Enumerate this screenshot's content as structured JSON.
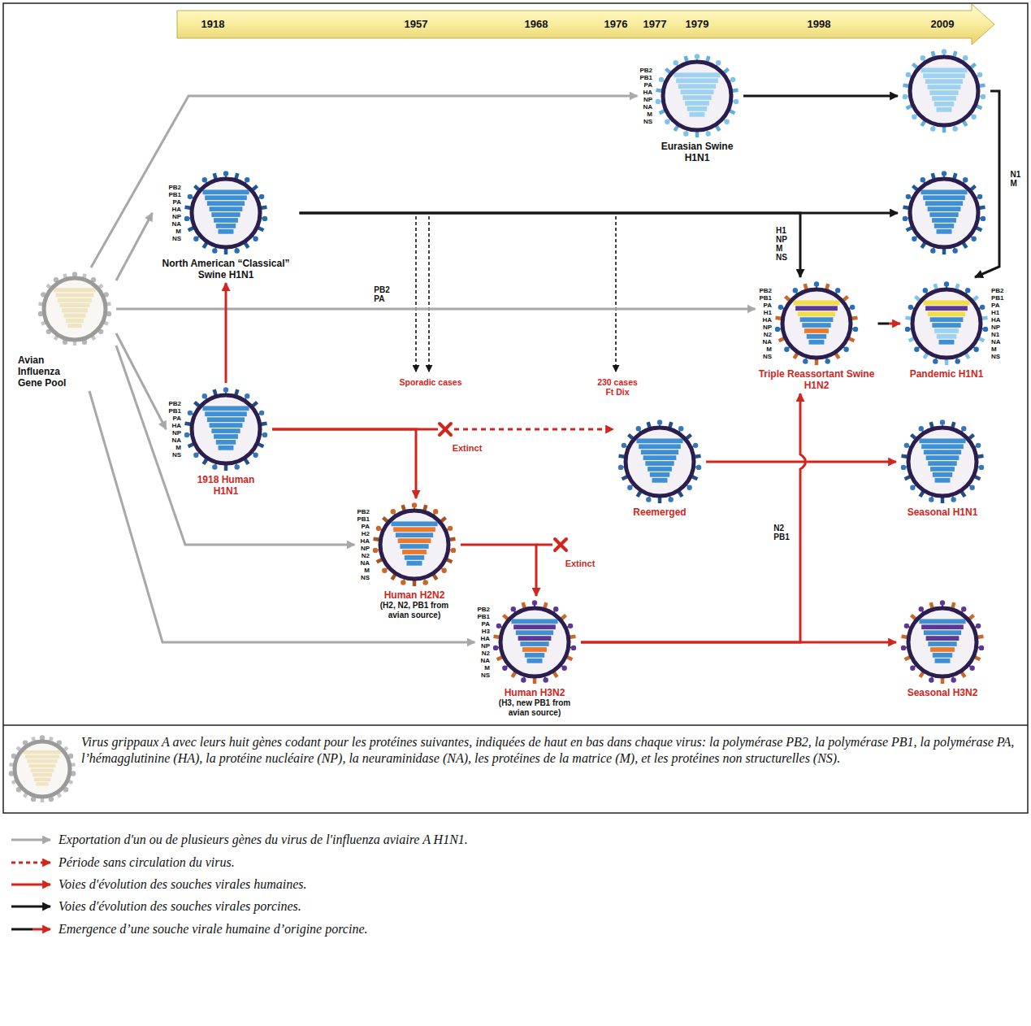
{
  "diagram": {
    "nodes": [
      {
        "text": [
          "Avian Influenza Gene Pool"
        ]
      },
      {
        "text": [
          "PB2 PB1 PA HA NP NA M NS",
          "Eurasian Swine H1N1"
        ]
      },
      {
        "text": []
      },
      {
        "text": [
          "PB2 PB1 PA HA NP NA M NS",
          "North American “Classical” Swine H1N1"
        ]
      },
      {
        "text": []
      },
      {
        "text": [
          "PB2 PB1 PA HA NP NA M NS",
          "1918 Human H1N1"
        ]
      },
      {
        "text": [
          "PB2 PB1 PA H2 HA NP N2 NA M NS",
          "Human H2N2",
          "(H2, N2, PB1 from avian source)"
        ]
      },
      {
        "text": [
          "Reemerged"
        ]
      },
      {
        "text": [
          "PB2 PB1 PA H3 HA NP N2 NA M NS",
          "Human H3N2",
          "(H3, new PB1 from avian source)"
        ]
      },
      {
        "text": [
          "PB2 PB1 PA H1 HA NP N2 NA M NS",
          "Triple Reassortant Swine H1N2"
        ]
      },
      {
        "text": [
          "PB2 PB1 PA H1 HA NP N1 NA M NS",
          "Pandemic H1N1"
        ]
      },
      {
        "text": [
          "Seasonal H1N1"
        ]
      },
      {
        "text": [
          "Seasonal H3N2"
        ]
      }
    ],
    "edges": [
      {
        "from": 0,
        "to": 1,
        "arrow": "to"
      },
      {
        "from": 0,
        "to": 3,
        "arrow": "to"
      },
      {
        "from": 0,
        "to": 9,
        "label": "PB2 PA",
        "arrow": "to"
      },
      {
        "from": 0,
        "to": 5,
        "arrow": "to"
      },
      {
        "from": 0,
        "to": 6,
        "arrow": "to"
      },
      {
        "from": 0,
        "to": 8,
        "arrow": "to"
      },
      {
        "from": 1,
        "to": 2,
        "arrow": "to"
      },
      {
        "from": 2,
        "to": 10,
        "label": "N1 M",
        "arrow": "to"
      },
      {
        "from": 3,
        "to": 4,
        "arrow": "to"
      },
      {
        "from": 3,
        "to": 9,
        "label": "H1 NP M NS",
        "arrow": "to"
      },
      {
        "from": 5,
        "to": 3,
        "arrow": "to"
      },
      {
        "from": 5,
        "to": 7,
        "arrow": "to"
      },
      {
        "from": 5,
        "to": 6,
        "arrow": "to"
      },
      {
        "from": 6,
        "to": 8,
        "arrow": "to"
      },
      {
        "from": 7,
        "to": 11,
        "arrow": "to"
      },
      {
        "from": 8,
        "to": 12,
        "arrow": "to"
      },
      {
        "from": 8,
        "to": 9,
        "label": "N2 PB1",
        "arrow": "to"
      },
      {
        "from": 9,
        "to": 10,
        "arrow": "to"
      }
    ],
    "labels": [
      "1918",
      "1957",
      "1968",
      "1976",
      "1977",
      "1979",
      "1998",
      "2009",
      "Sporadic cases",
      "230 cases Ft Dix",
      "Extinct",
      "Extinct"
    ],
    "legend": [
      {
        "text": "Virus grippaux A avec leurs huit gènes codant pour les protéines suivantes, indiquées de haut en bas dans chaque virus: la polymérase PB2, la polymérase PB1, la polymérase PA, l’hémagglutinine (HA), la protéine nucléaire (NP), la neuraminidase (NA), les protéines de la matrice (M), et les protéines non structurelles (NS)."
      },
      {
        "text": "Exportation d'un ou de plusieurs gènes du virus de l'influenza aviaire A H1N1."
      },
      {
        "text": "Période sans circulation du virus."
      },
      {
        "text": "Voies d'évolution des souches virales humaines."
      },
      {
        "text": "Voies d'évolution des souches virales porcines."
      },
      {
        "text": "Emergence d’une souche virale humaine d’origine porcine."
      }
    ]
  }
}
